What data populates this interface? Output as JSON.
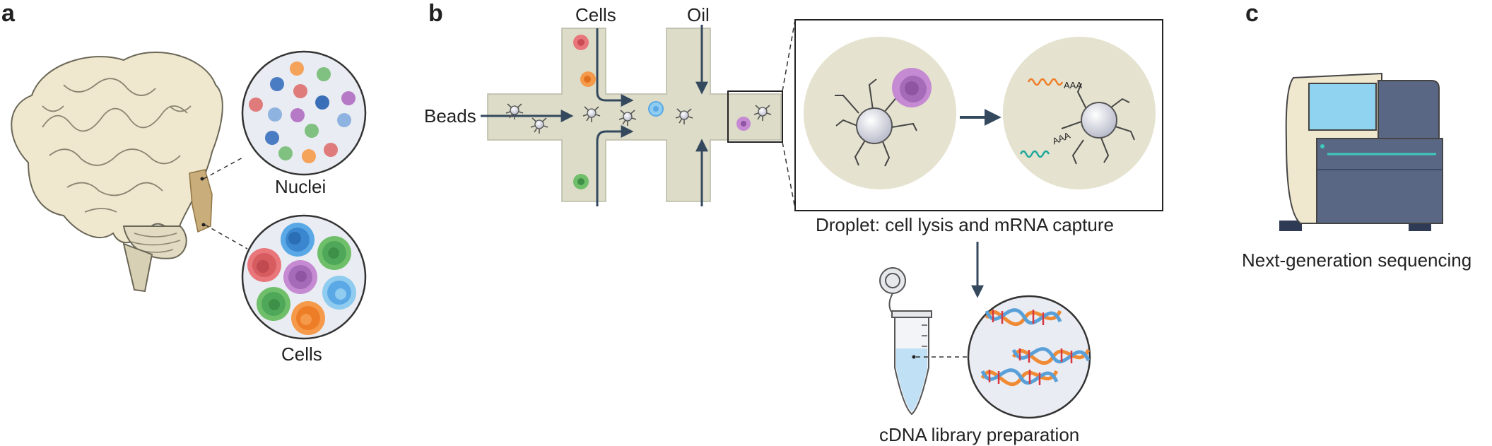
{
  "panels": {
    "a": "a",
    "b": "b",
    "c": "c"
  },
  "panel_a": {
    "nuclei_label": "Nuclei",
    "cells_label": "Cells"
  },
  "panel_b": {
    "beads_label": "Beads",
    "cells_label": "Cells",
    "oil_label": "Oil",
    "droplet_caption": "Droplet: cell lysis and mRNA capture",
    "cdna_caption": "cDNA library preparation",
    "polyA_1": "AAA",
    "polyA_2": "AAA"
  },
  "panel_c": {
    "caption": "Next-generation sequencing"
  },
  "colors": {
    "channel": "#dcdcc8",
    "droplet": "#e5e2cf",
    "arrow": "#34495e",
    "brain": "#efe8cf",
    "brain_region": "#c9ad7a",
    "cell_red": "#e8767a",
    "cell_orange": "#f59a4a",
    "cell_green": "#6fbf6a",
    "cell_blue": "#5aa9e6",
    "cell_purple": "#b679c6",
    "sequencer_body": "#5a6784"
  }
}
